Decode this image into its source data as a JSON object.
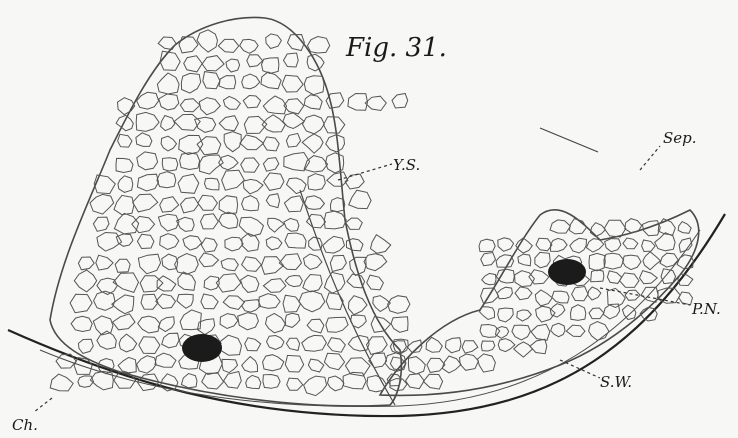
{
  "figure": {
    "title": "Fig. 31.",
    "labels": {
      "ys": "Y.S.",
      "sep": "Sep.",
      "pn": "P.N.",
      "sw": "S.W.",
      "ch": "Ch."
    }
  }
}
